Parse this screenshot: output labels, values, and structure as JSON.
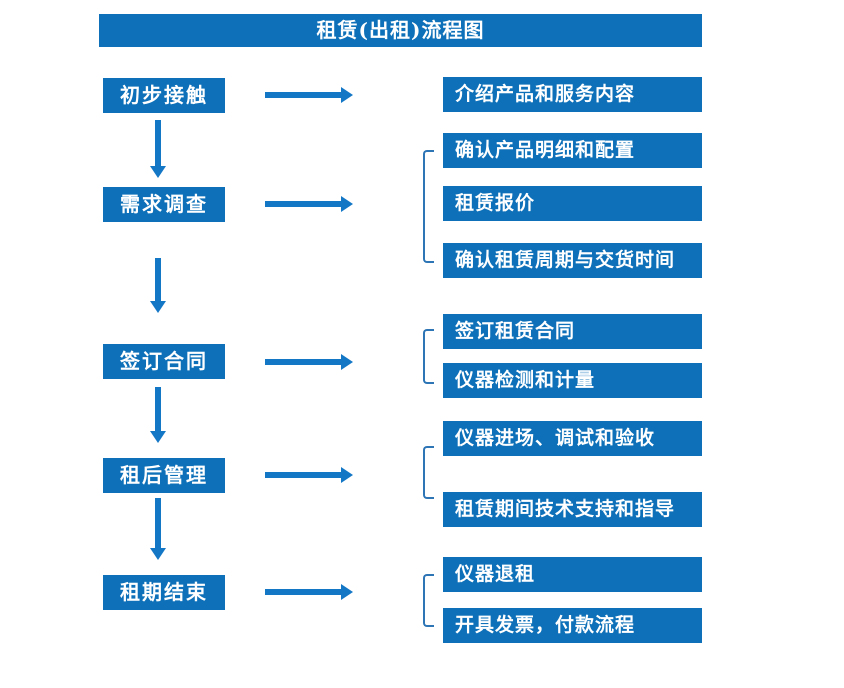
{
  "title": "租赁(出租)流程图",
  "colors": {
    "box_blue": "#0d70b8",
    "arrow_blue": "#1377c6",
    "bracket_blue": "#2e75b6",
    "text_white": "#ffffff",
    "background": "#ffffff"
  },
  "left_steps": [
    {
      "label": "初步接触"
    },
    {
      "label": "需求调查"
    },
    {
      "label": "签订合同"
    },
    {
      "label": "租后管理"
    },
    {
      "label": "租期结束"
    }
  ],
  "right_boxes": [
    {
      "label": "介绍产品和服务内容"
    },
    {
      "label": "确认产品明细和配置"
    },
    {
      "label": "租赁报价"
    },
    {
      "label": "确认租赁周期与交货时间"
    },
    {
      "label": "签订租赁合同"
    },
    {
      "label": "仪器检测和计量"
    },
    {
      "label": "仪器进场、调试和验收"
    },
    {
      "label": "租赁期间技术支持和指导"
    },
    {
      "label": "仪器退租"
    },
    {
      "label": "开具发票，付款流程"
    }
  ],
  "connections": [
    {
      "from": "初步接触",
      "to": [
        "介绍产品和服务内容"
      ]
    },
    {
      "from": "需求调查",
      "to": [
        "确认产品明细和配置",
        "租赁报价",
        "确认租赁周期与交货时间"
      ]
    },
    {
      "from": "签订合同",
      "to": [
        "签订租赁合同",
        "仪器检测和计量"
      ]
    },
    {
      "from": "租后管理",
      "to": [
        "仪器进场、调试和验收",
        "租赁期间技术支持和指导"
      ]
    },
    {
      "from": "租期结束",
      "to": [
        "仪器退租",
        "开具发票，付款流程"
      ]
    }
  ]
}
